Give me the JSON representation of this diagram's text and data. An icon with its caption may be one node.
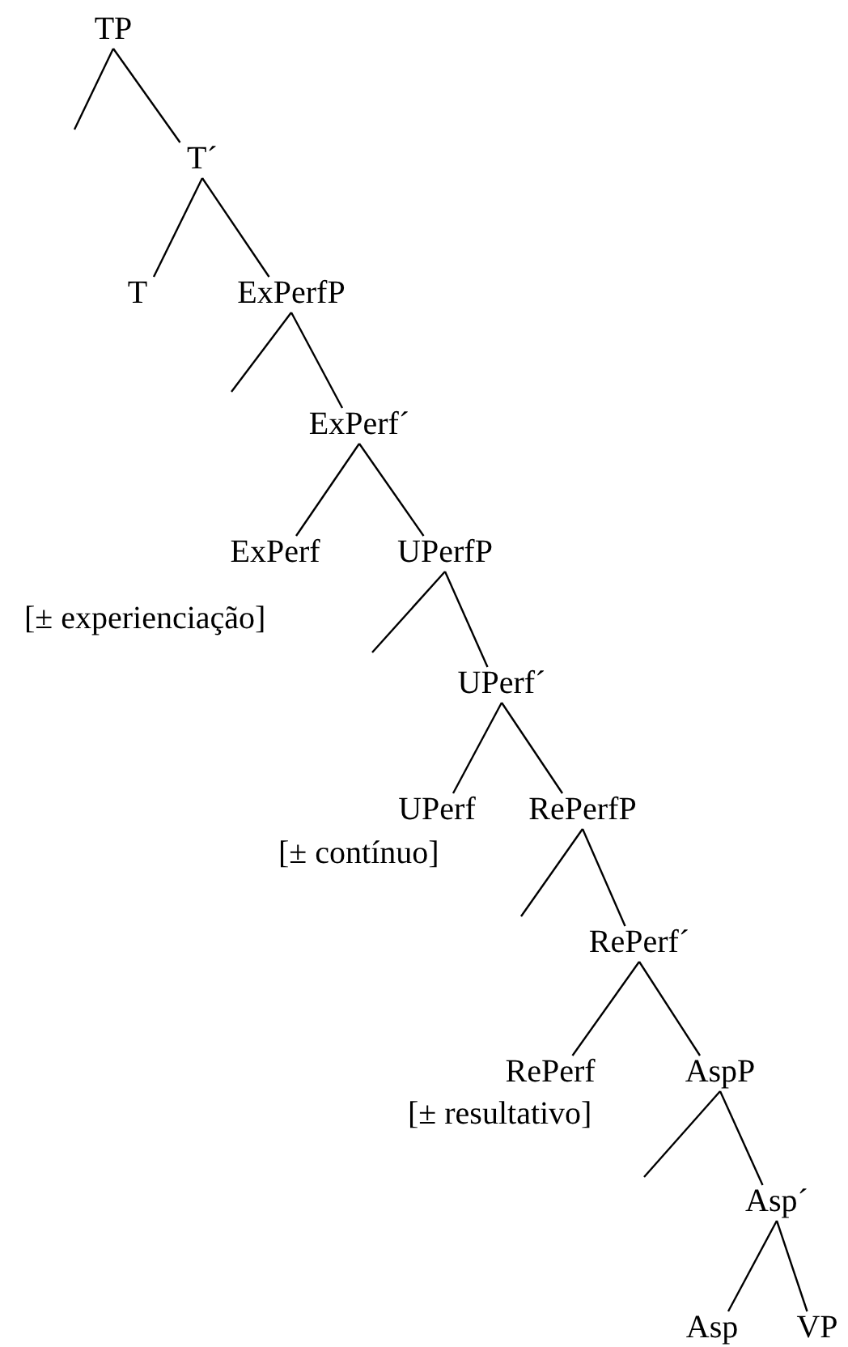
{
  "diagram": {
    "nodes": [
      {
        "text": [
          "TP"
        ]
      },
      {
        "text": [
          "T´"
        ]
      },
      {
        "text": [
          "T"
        ]
      },
      {
        "text": [
          "ExPerfP"
        ]
      },
      {
        "text": [
          "ExPerf´"
        ]
      },
      {
        "text": [
          "ExPerf"
        ],
        "beside": [
          "[± experienciação]"
        ]
      },
      {
        "text": [
          "UPerfP"
        ]
      },
      {
        "text": [
          "UPerf´"
        ]
      },
      {
        "text": [
          "UPerf"
        ],
        "beside": [
          "[± contínuo]"
        ]
      },
      {
        "text": [
          "RePerfP"
        ]
      },
      {
        "text": [
          "RePerf´"
        ]
      },
      {
        "text": [
          "RePerf"
        ],
        "beside": [
          "[± resultativo]"
        ]
      },
      {
        "text": [
          "AspP"
        ]
      },
      {
        "text": [
          "Asp´"
        ]
      },
      {
        "text": [
          "Asp"
        ]
      },
      {
        "text": [
          "VP"
        ]
      }
    ],
    "edges": [
      {
        "from": 0,
        "to": null,
        "arrow": "none"
      },
      {
        "from": 0,
        "to": 1,
        "arrow": "none"
      },
      {
        "from": 1,
        "to": 2,
        "arrow": "none"
      },
      {
        "from": 1,
        "to": 3,
        "arrow": "none"
      },
      {
        "from": 3,
        "to": null,
        "arrow": "none"
      },
      {
        "from": 3,
        "to": 4,
        "arrow": "none"
      },
      {
        "from": 4,
        "to": 5,
        "arrow": "none"
      },
      {
        "from": 4,
        "to": 6,
        "arrow": "none"
      },
      {
        "from": 6,
        "to": null,
        "arrow": "none"
      },
      {
        "from": 6,
        "to": 7,
        "arrow": "none"
      },
      {
        "from": 7,
        "to": 8,
        "arrow": "none"
      },
      {
        "from": 7,
        "to": 9,
        "arrow": "none"
      },
      {
        "from": 9,
        "to": null,
        "arrow": "none"
      },
      {
        "from": 9,
        "to": 10,
        "arrow": "none"
      },
      {
        "from": 10,
        "to": 11,
        "arrow": "none"
      },
      {
        "from": 10,
        "to": 12,
        "arrow": "none"
      },
      {
        "from": 12,
        "to": null,
        "arrow": "none"
      },
      {
        "from": 12,
        "to": 13,
        "arrow": "none"
      },
      {
        "from": 13,
        "to": 14,
        "arrow": "none"
      },
      {
        "from": 13,
        "to": 15,
        "arrow": "none"
      }
    ]
  }
}
